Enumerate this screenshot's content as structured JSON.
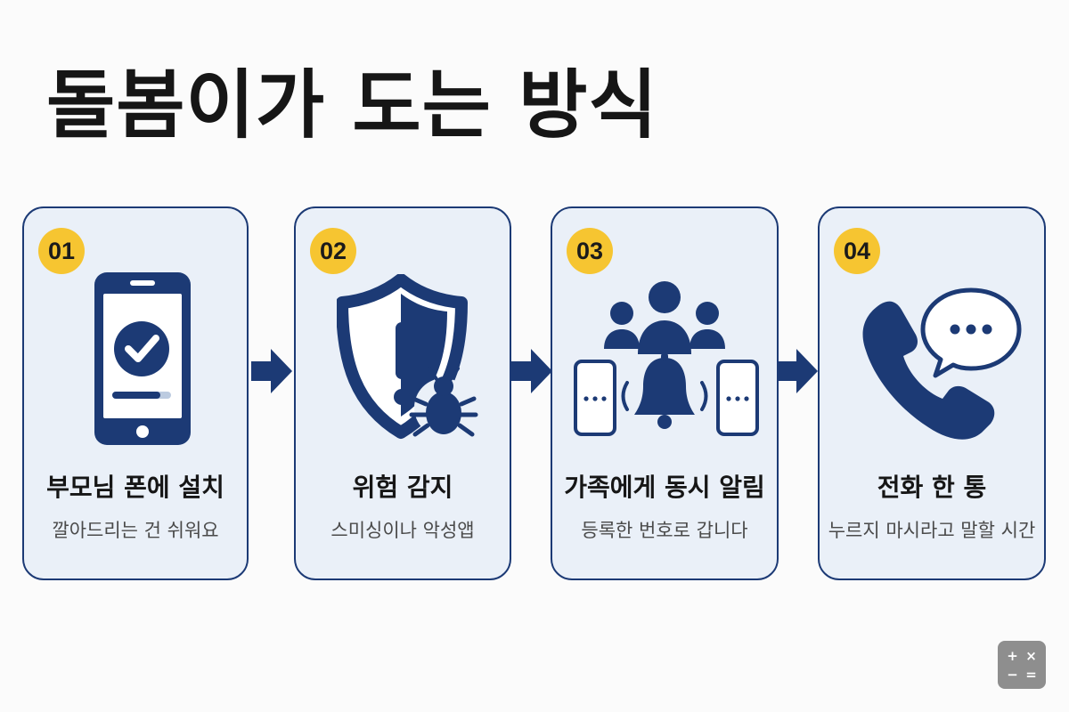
{
  "title": "돌봄이가 도는 방식",
  "steps": [
    {
      "number": "01",
      "title": "부모님 폰에 설치",
      "subtitle": "깔아드리는 건 쉬워요",
      "icon": "smartphone-check-icon"
    },
    {
      "number": "02",
      "title": "위험 감지",
      "subtitle": "스미싱이나 악성앱",
      "icon": "shield-alert-bug-icon"
    },
    {
      "number": "03",
      "title": "가족에게 동시 알림",
      "subtitle": "등록한 번호로 갑니다",
      "icon": "family-bell-phones-icon"
    },
    {
      "number": "04",
      "title": "전화 한 통",
      "subtitle": "누르지 마시라고 말할 시간",
      "icon": "phone-chat-icon"
    }
  ],
  "corner": {
    "plus": "+",
    "times": "×",
    "minus": "−",
    "equals": "="
  },
  "colors": {
    "navy": "#1c3a75",
    "badge": "#f6c531",
    "card_bg": "#eaf0f8"
  }
}
